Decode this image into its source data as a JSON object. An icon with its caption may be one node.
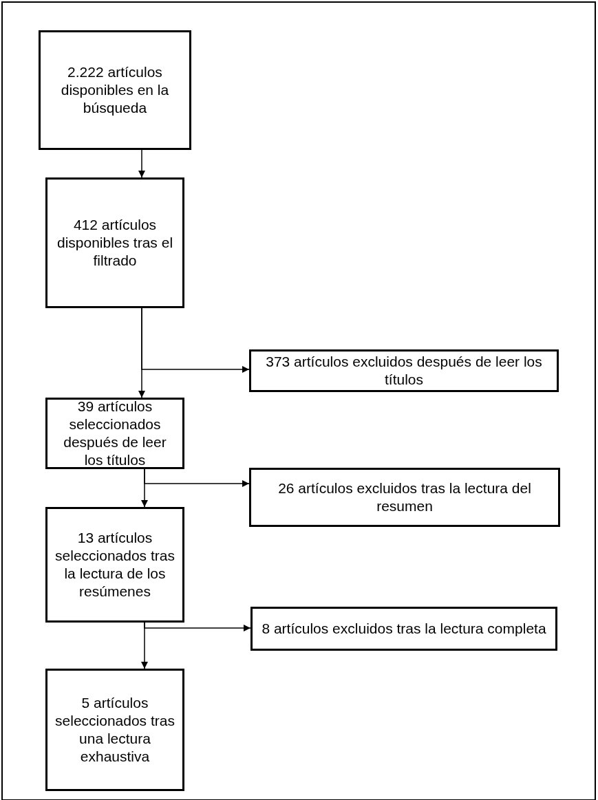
{
  "diagram": {
    "nodes": [
      {
        "text": [
          "2.222 artículos disponibles en la búsqueda"
        ]
      },
      {
        "text": [
          "412 artículos disponibles tras el filtrado"
        ]
      },
      {
        "text": [
          "373 artículos excluidos después de leer los títulos"
        ]
      },
      {
        "text": [
          "39 artículos seleccionados después de leer los títulos"
        ]
      },
      {
        "text": [
          "26 artículos excluidos tras la lectura del resumen"
        ]
      },
      {
        "text": [
          "13 artículos seleccionados tras la lectura de los resúmenes"
        ]
      },
      {
        "text": [
          "8 artículos excluidos tras la lectura completa"
        ]
      },
      {
        "text": [
          "5 artículos seleccionados tras una lectura exhaustiva"
        ]
      }
    ],
    "edges": [
      {
        "from": 0,
        "to": 1,
        "arrow": "to"
      },
      {
        "from": 1,
        "to": 3,
        "arrow": "to"
      },
      {
        "from": 1,
        "to": 2,
        "arrow": "to"
      },
      {
        "from": 3,
        "to": 5,
        "arrow": "to"
      },
      {
        "from": 3,
        "to": 4,
        "arrow": "to"
      },
      {
        "from": 5,
        "to": 7,
        "arrow": "to"
      },
      {
        "from": 5,
        "to": 6,
        "arrow": "to"
      }
    ]
  }
}
